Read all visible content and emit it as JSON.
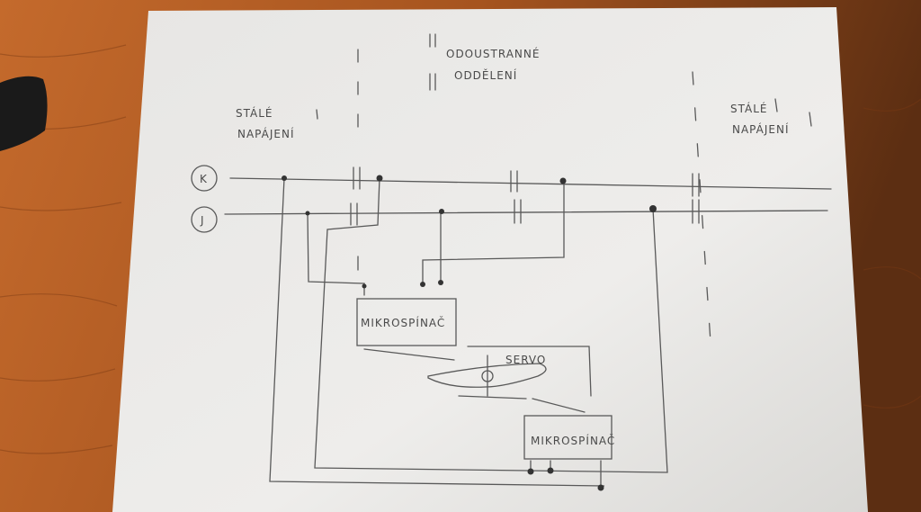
{
  "rails": {
    "k": "K",
    "j": "J"
  },
  "labels": {
    "left_power": [
      "STÁLÉ",
      "NAPÁJENÍ"
    ],
    "right_power": [
      "STÁLÉ",
      "NAPÁJENÍ"
    ],
    "isolated_section": [
      "ODOUSTRANNÉ",
      "ODDĚLENÍ"
    ],
    "microswitch_top": "MIKROSPÍNAČ",
    "microswitch_bottom": "MIKROSPÍNAČ",
    "servo": "SERVO"
  },
  "colors": {
    "table": "#8a4a1e",
    "paper": "#ecebea",
    "pencil": "#555555"
  }
}
